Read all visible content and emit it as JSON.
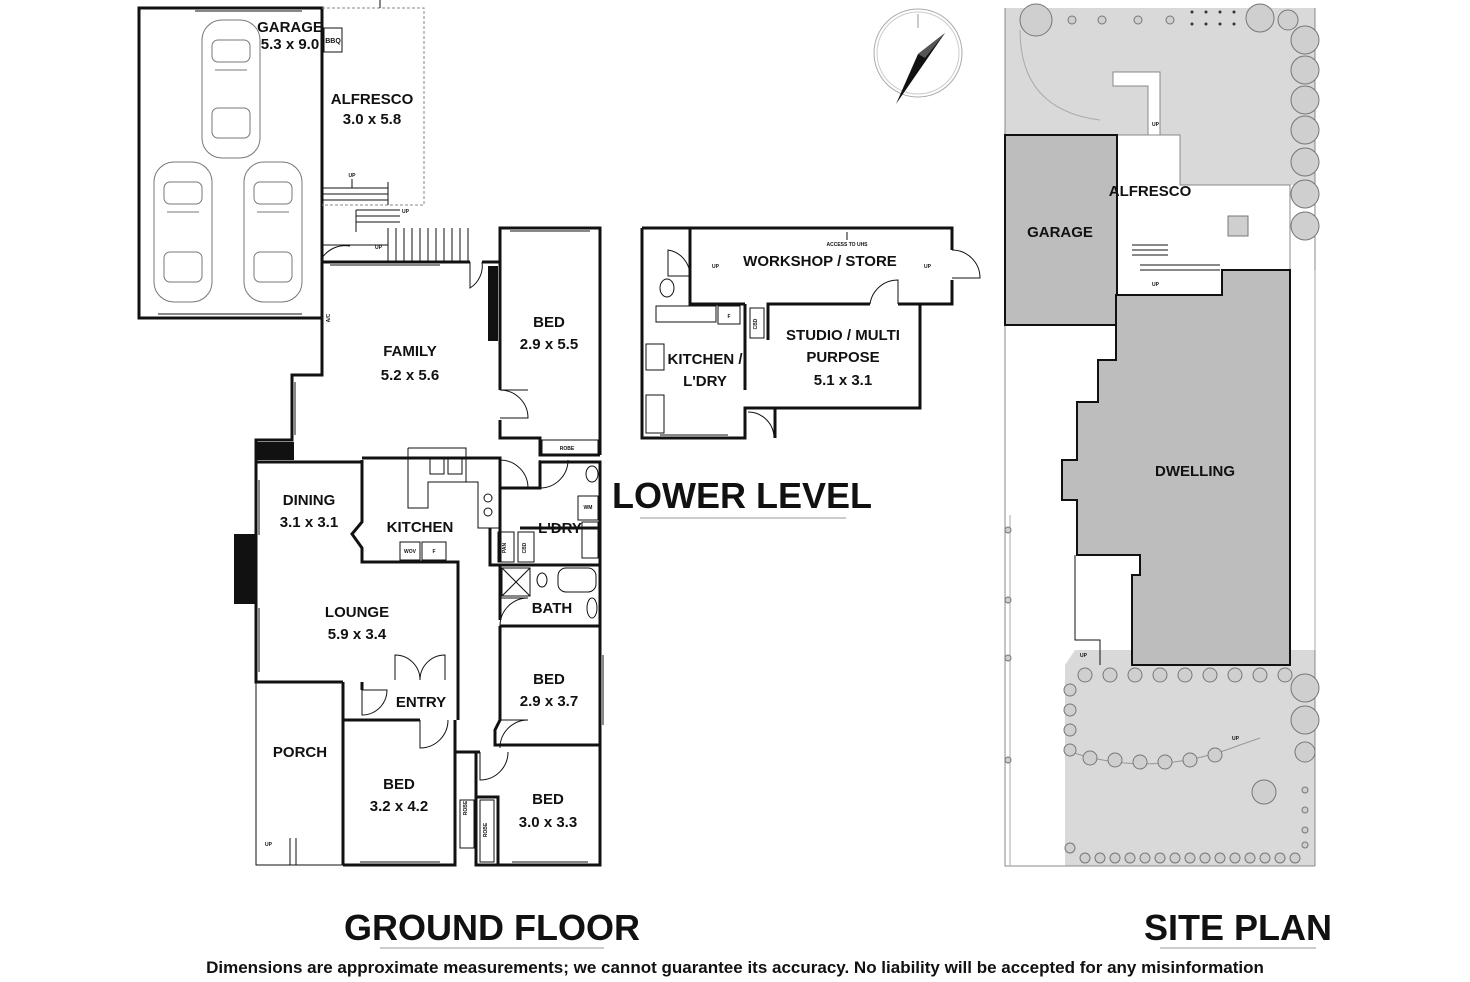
{
  "ground_floor": {
    "heading": "GROUND FLOOR",
    "rooms": {
      "garage": {
        "name": "GARAGE",
        "dims": "5.3 x 9.0"
      },
      "bbq": "BBQ",
      "alfresco": {
        "name": "ALFRESCO",
        "dims": "3.0 x 5.8"
      },
      "family": {
        "name": "FAMILY",
        "dims": "5.2 x 5.6"
      },
      "bed1": {
        "name": "BED",
        "dims": "2.9 x 5.5"
      },
      "dining": {
        "name": "DINING",
        "dims": "3.1 x 3.1"
      },
      "kitchen": {
        "name": "KITCHEN"
      },
      "laundry": {
        "name": "L'DRY"
      },
      "lounge": {
        "name": "LOUNGE",
        "dims": "5.9 x 3.4"
      },
      "bath": {
        "name": "BATH"
      },
      "bed2": {
        "name": "BED",
        "dims": "2.9 x 3.7"
      },
      "entry": {
        "name": "ENTRY"
      },
      "porch": {
        "name": "PORCH"
      },
      "bed3": {
        "name": "BED",
        "dims": "3.2 x 4.2"
      },
      "bed4": {
        "name": "BED",
        "dims": "3.0 x 3.3"
      }
    },
    "fixtures": {
      "robe": "ROBE",
      "wm": "WM",
      "pan": "PAN",
      "cbd": "CBD",
      "wov": "WOV",
      "f": "F",
      "ac": "A/C",
      "up": "UP"
    }
  },
  "lower_level": {
    "heading": "LOWER LEVEL",
    "rooms": {
      "workshop": {
        "name": "WORKSHOP / STORE"
      },
      "access": "ACCESS TO UHS",
      "studio": {
        "name": "STUDIO / MULTI",
        "name2": "PURPOSE",
        "dims": "5.1 x 3.1"
      },
      "kitchen": {
        "name": "KITCHEN /",
        "name2": "L'DRY"
      }
    },
    "fixtures": {
      "up": "UP",
      "cbd": "CBD",
      "f": "F"
    }
  },
  "site_plan": {
    "heading": "SITE PLAN",
    "labels": {
      "garage": "GARAGE",
      "alfresco": "ALFRESCO",
      "dwelling": "DWELLING",
      "up": "UP"
    }
  },
  "compass": {
    "icon": "north-arrow-icon"
  },
  "disclaimer": "Dimensions are approximate measurements; we cannot guarantee its accuracy. No liability will be accepted for any misinformation",
  "colors": {
    "wall": "#111111",
    "site_fill": "#d9d9d9",
    "tree_fill": "#cfcfcf"
  }
}
